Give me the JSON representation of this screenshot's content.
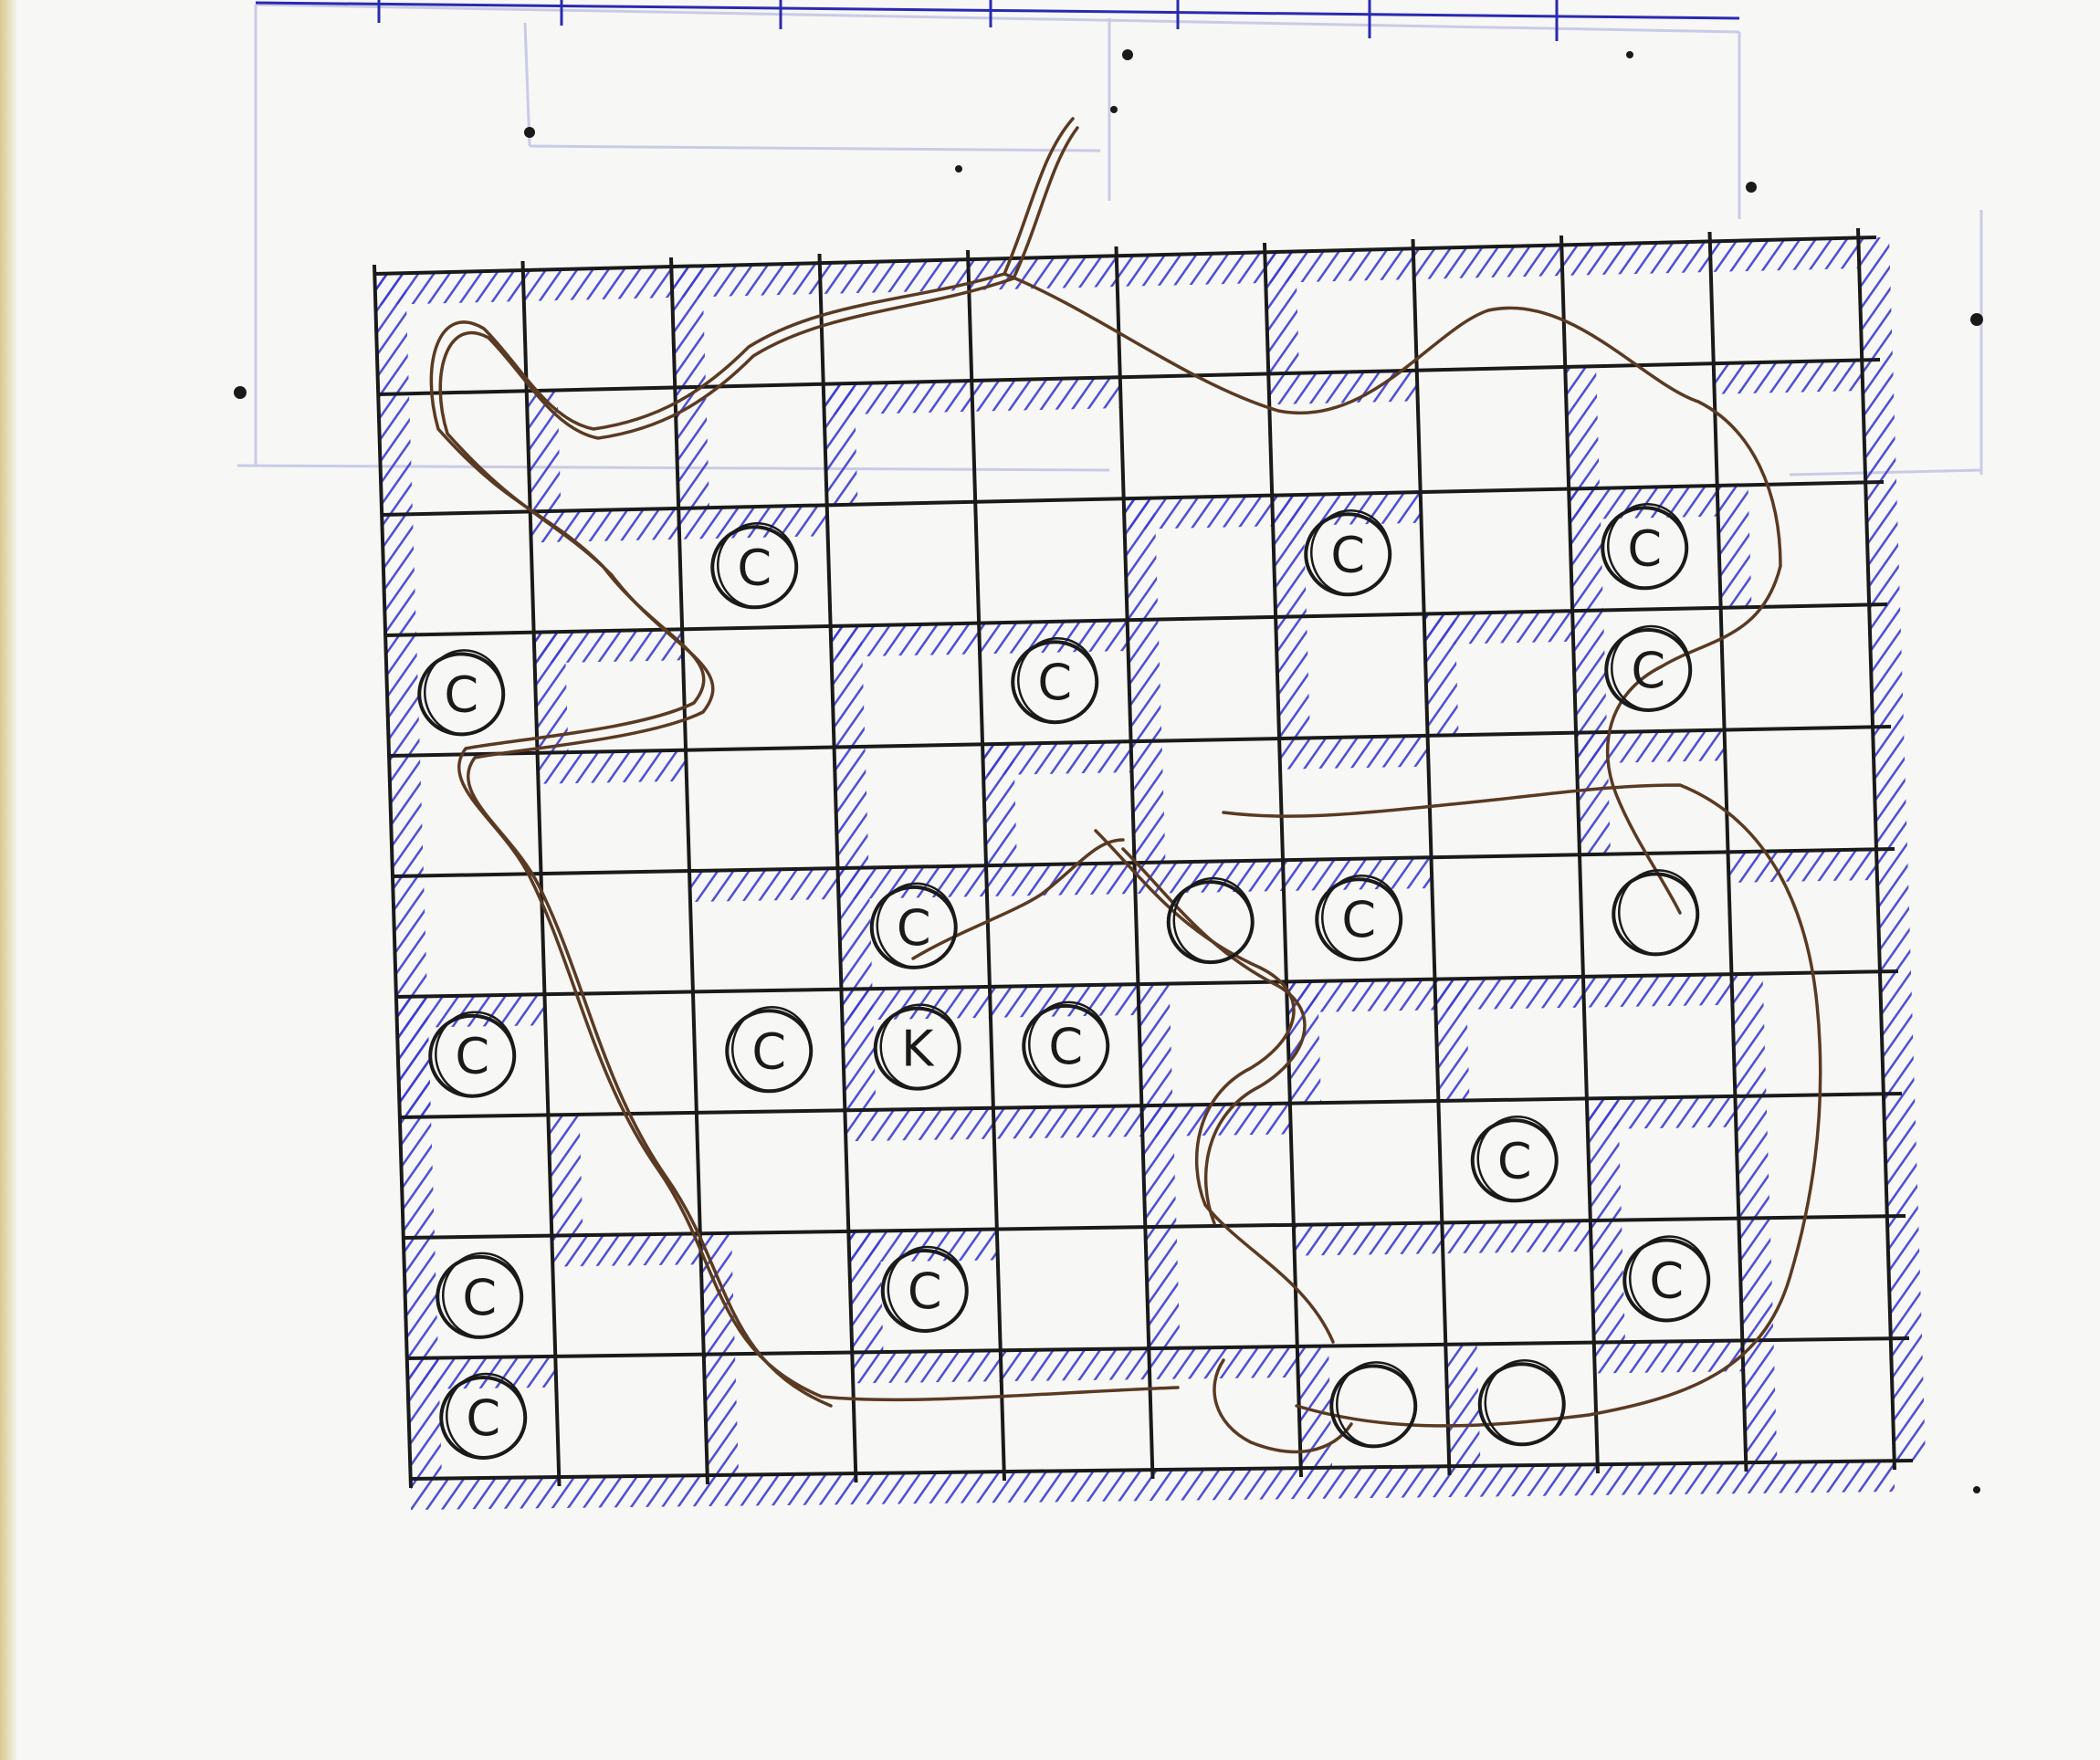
{
  "page": {
    "paper_color": "#f7f7f5",
    "ink_black": "#1a1a1a",
    "ink_blue": "#3b3bd4",
    "ink_brown": "#5a3a22",
    "faint_line": "#c9cbe6"
  },
  "maze": {
    "rows": 10,
    "cols": 10,
    "row_bounds": [
      [
        [
          405,
          330
        ],
        [
          2025,
          290
        ]
      ],
      [
        [
          408,
          430
        ],
        [
          2030,
          395
        ]
      ],
      [
        [
          412,
          540
        ],
        [
          2035,
          510
        ]
      ],
      [
        [
          415,
          640
        ],
        [
          2040,
          615
        ]
      ],
      [
        [
          418,
          755
        ],
        [
          2042,
          720
        ]
      ],
      [
        [
          425,
          880
        ],
        [
          2045,
          840
        ]
      ],
      [
        [
          432,
          1000
        ],
        [
          2048,
          955
        ]
      ],
      [
        [
          440,
          1130
        ],
        [
          2050,
          1085
        ]
      ],
      [
        [
          448,
          1270
        ],
        [
          2055,
          1215
        ]
      ],
      [
        [
          455,
          1405
        ],
        [
          2065,
          1355
        ]
      ],
      [
        [
          460,
          1530
        ],
        [
          2075,
          1465
        ]
      ],
      [
        [
          465,
          1650
        ],
        [
          2045,
          1595
        ]
      ]
    ],
    "col_bounds_note": "",
    "cells": [
      {
        "row": 2,
        "col": 2,
        "label": "C",
        "circled": true
      },
      {
        "row": 2,
        "col": 6,
        "label": "C",
        "circled": true
      },
      {
        "row": 2,
        "col": 8,
        "label": "C",
        "circled": true
      },
      {
        "row": 3,
        "col": 0,
        "label": "C",
        "circled": true
      },
      {
        "row": 3,
        "col": 4,
        "label": "C",
        "circled": true
      },
      {
        "row": 3,
        "col": 8,
        "label": "C",
        "circled": true
      },
      {
        "row": 5,
        "col": 3,
        "label": "C",
        "circled": true
      },
      {
        "row": 5,
        "col": 5,
        "label": "",
        "circled": true
      },
      {
        "row": 5,
        "col": 6,
        "label": "C",
        "circled": true
      },
      {
        "row": 5,
        "col": 8,
        "label": "",
        "circled": true
      },
      {
        "row": 6,
        "col": 0,
        "label": "C",
        "circled": true
      },
      {
        "row": 6,
        "col": 2,
        "label": "C",
        "circled": true
      },
      {
        "row": 6,
        "col": 3,
        "label": "K",
        "circled": true
      },
      {
        "row": 6,
        "col": 4,
        "label": "C",
        "circled": true
      },
      {
        "row": 7,
        "col": 7,
        "label": "C",
        "circled": true
      },
      {
        "row": 8,
        "col": 0,
        "label": "C",
        "circled": true
      },
      {
        "row": 8,
        "col": 3,
        "label": "C",
        "circled": true
      },
      {
        "row": 8,
        "col": 8,
        "label": "C",
        "circled": true
      },
      {
        "row": 9,
        "col": 0,
        "label": "C",
        "circled": true
      },
      {
        "row": 9,
        "col": 6,
        "label": "",
        "circled": true
      },
      {
        "row": 9,
        "col": 7,
        "label": "",
        "circled": true
      }
    ]
  }
}
